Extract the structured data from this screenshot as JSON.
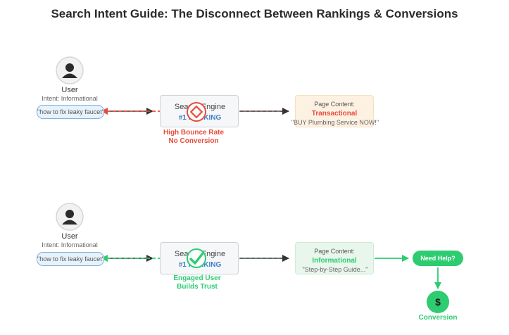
{
  "title": "Search Intent Guide: The Disconnect Between Rankings & Conversions",
  "colors": {
    "bad": "#e74c3c",
    "good": "#2ecc71",
    "query_border": "#7fb0dc",
    "rank_blue": "#3f7fc9",
    "arrow_dark": "#333333"
  },
  "scenarios": [
    {
      "user_label": "User",
      "user_intent": "Intent: Informational",
      "query": "\"how to fix leaky faucet\"",
      "engine_name": "Search Engine",
      "engine_rank": "#1 RANKING",
      "overlay_icon": "diamond-warning-icon",
      "outcome_line1": "High Bounce Rate",
      "outcome_line2": "No Conversion",
      "content_label": "Page Content:",
      "content_type": "Transactional",
      "content_desc": "\"BUY Plumbing Service NOW!\""
    },
    {
      "user_label": "User",
      "user_intent": "Intent: Informational",
      "query": "\"how to fix leaky faucet\"",
      "engine_name": "Search Engine",
      "engine_rank": "#1 RANKING",
      "overlay_icon": "checkmark-icon",
      "outcome_line1": "Engaged User",
      "outcome_line2": "Builds Trust",
      "content_label": "Page Content:",
      "content_type": "Informational",
      "content_desc": "\"Step-by-Step Guide...\"",
      "help_label": "Need Help?",
      "conversion_symbol": "$",
      "conversion_label": "Conversion"
    }
  ]
}
